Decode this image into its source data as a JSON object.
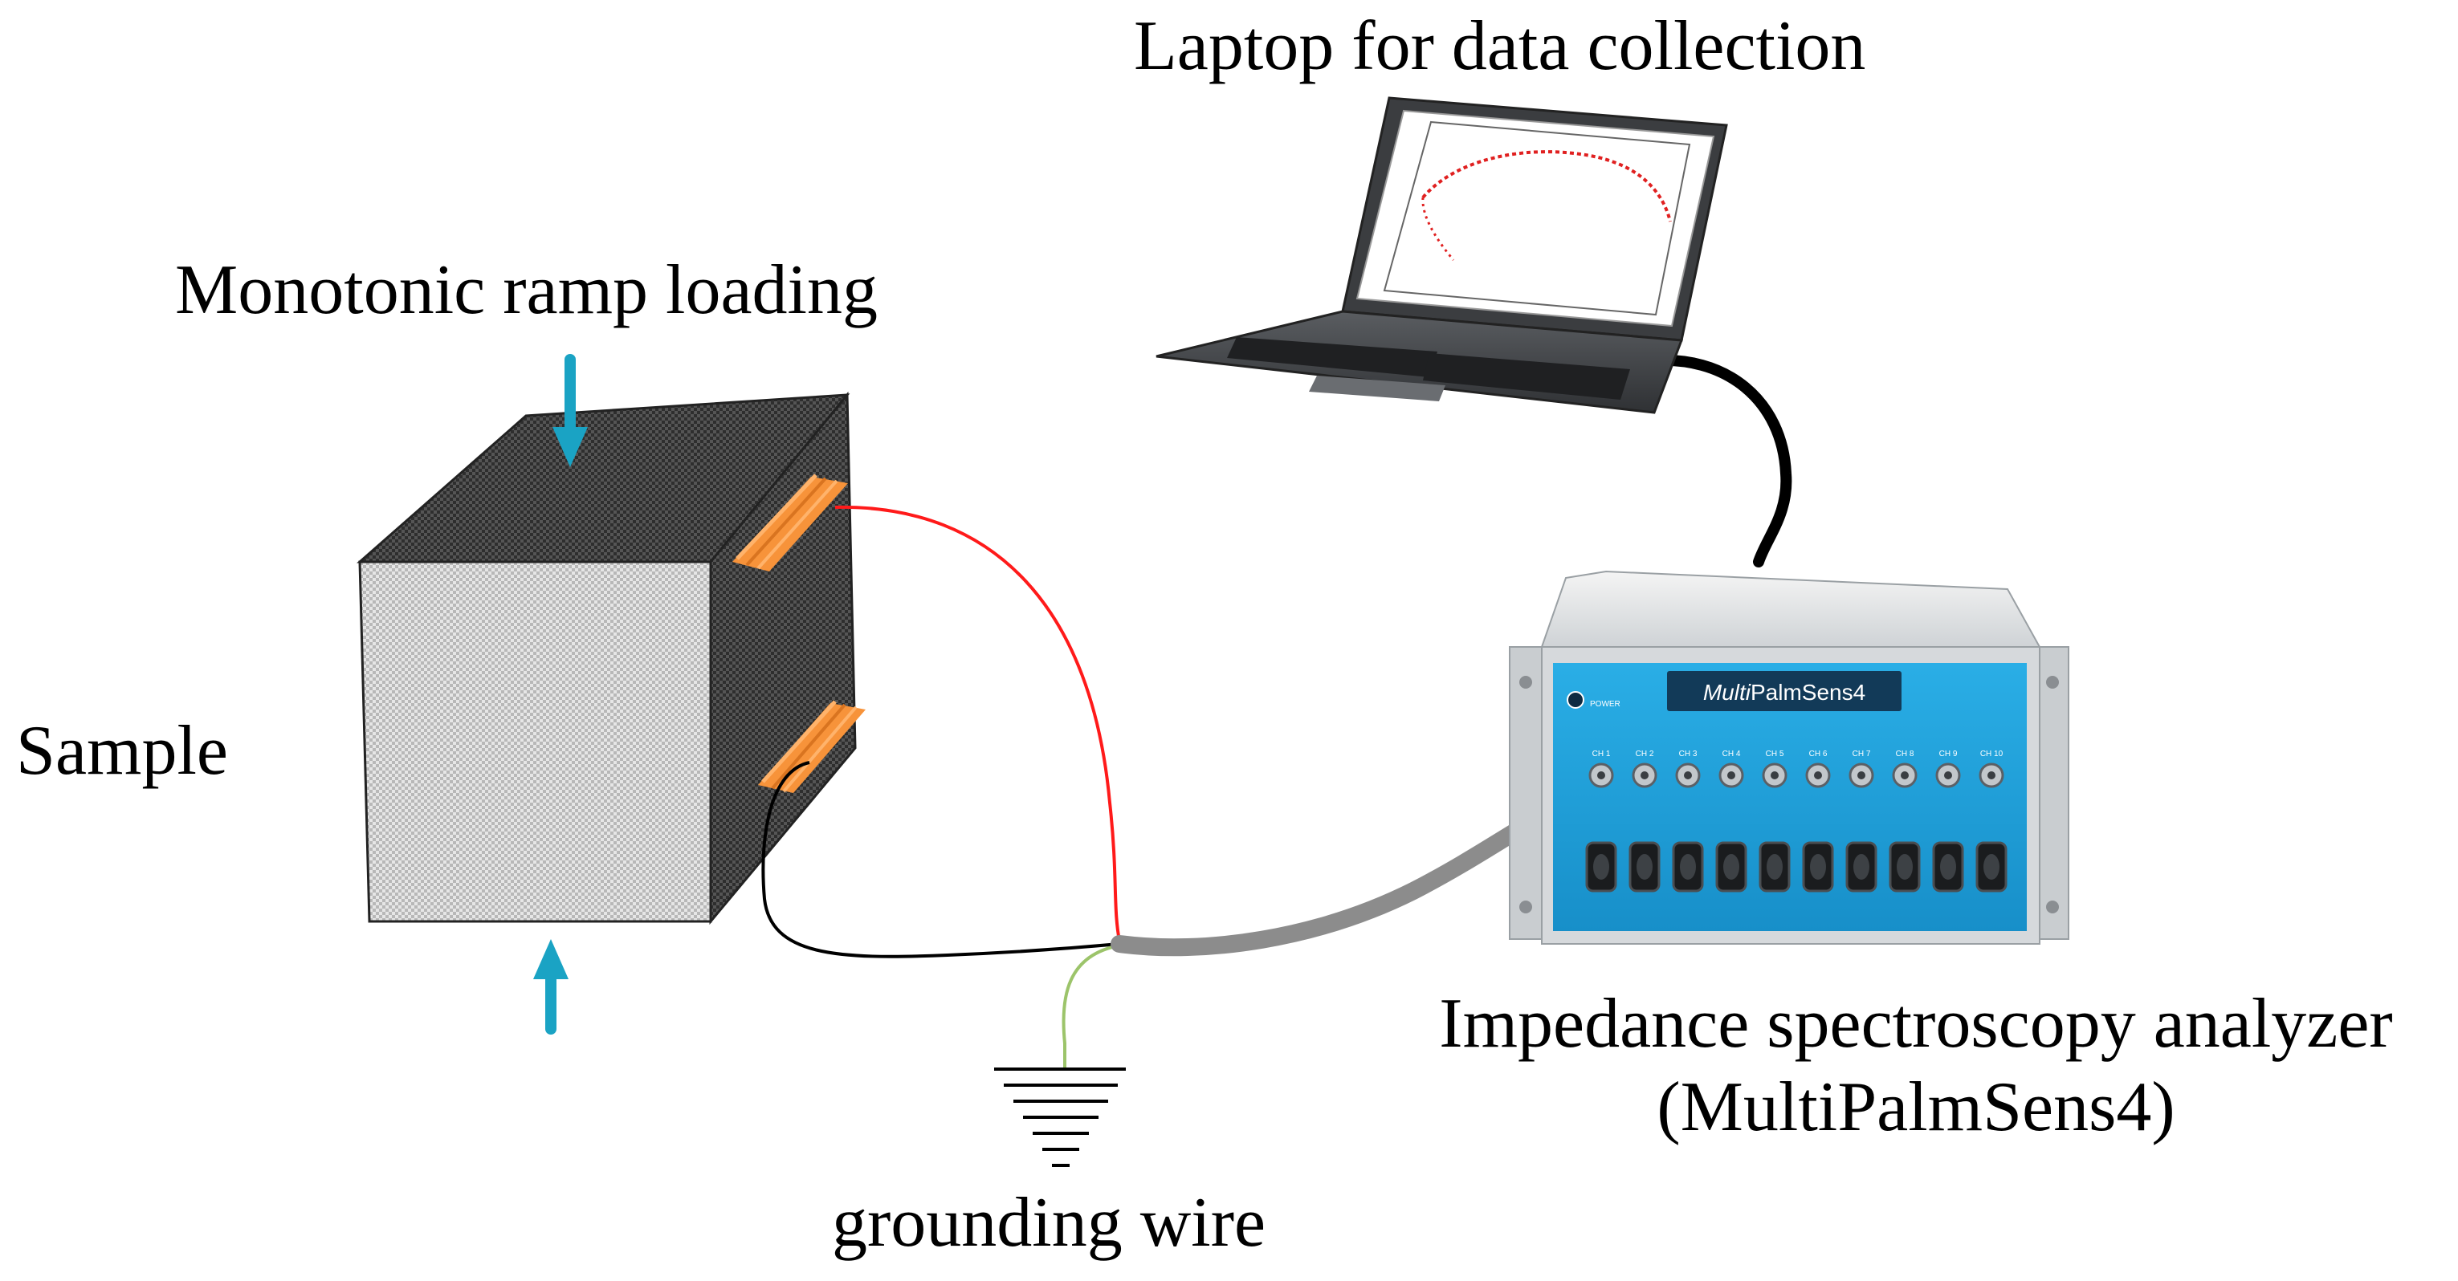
{
  "labels": {
    "laptop": "Laptop for data collection",
    "loading": "Monotonic ramp loading",
    "sample": "Sample",
    "analyzer": "Impedance spectroscopy analyzer",
    "analyzer_model": "(MultiPalmSens4)",
    "grounding": "grounding wire"
  },
  "instrument": {
    "brand_prefix": "Multi",
    "brand_name": "PalmSens4",
    "power_label": "POWER",
    "channels": [
      "CH 1",
      "CH 2",
      "CH 3",
      "CH 4",
      "CH 5",
      "CH 6",
      "CH 7",
      "CH 8",
      "CH 9",
      "CH 10"
    ]
  },
  "colors": {
    "arrow": "#1aa3c4",
    "electrode": "#f7933a",
    "red_wire": "#ff1a1a",
    "black_wire": "#000000",
    "green_wire": "#9cc46a",
    "cable": "#8c8c8c",
    "instrument_panel": "#1ea3dc",
    "cube_dark": "#3a3a3a",
    "cube_light": "#cfcfcf"
  }
}
